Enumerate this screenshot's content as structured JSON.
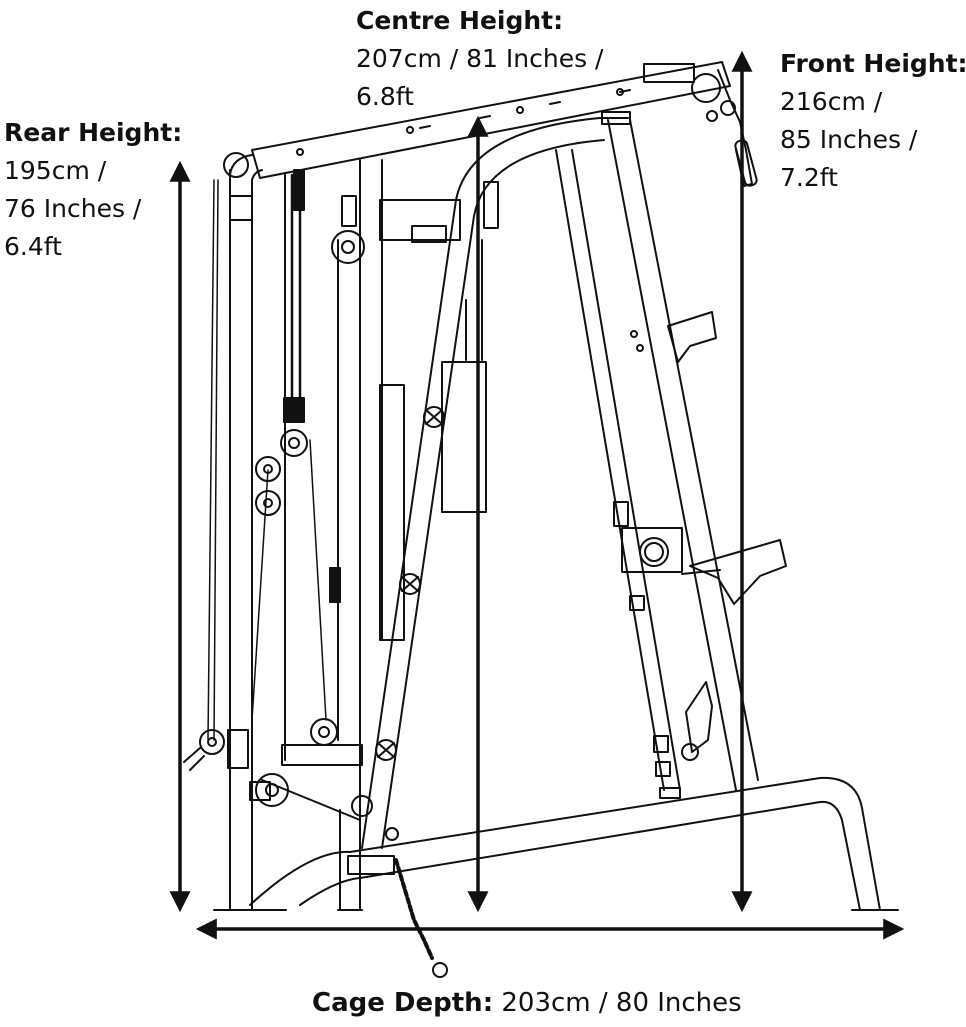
{
  "measurements": {
    "centre": {
      "title": "Centre Height:",
      "lines": [
        "207cm / 81 Inches /",
        "6.8ft"
      ]
    },
    "rear": {
      "title": "Rear Height:",
      "lines": [
        "195cm /",
        "76 Inches /",
        "6.4ft"
      ]
    },
    "front": {
      "title": "Front Height:",
      "lines": [
        "216cm /",
        "85 Inches /",
        "7.2ft"
      ]
    },
    "depth": {
      "title": "Cage Depth:",
      "value": " 203cm / 80 Inches"
    }
  },
  "colors": {
    "ink": "#111111",
    "background": "#ffffff"
  }
}
